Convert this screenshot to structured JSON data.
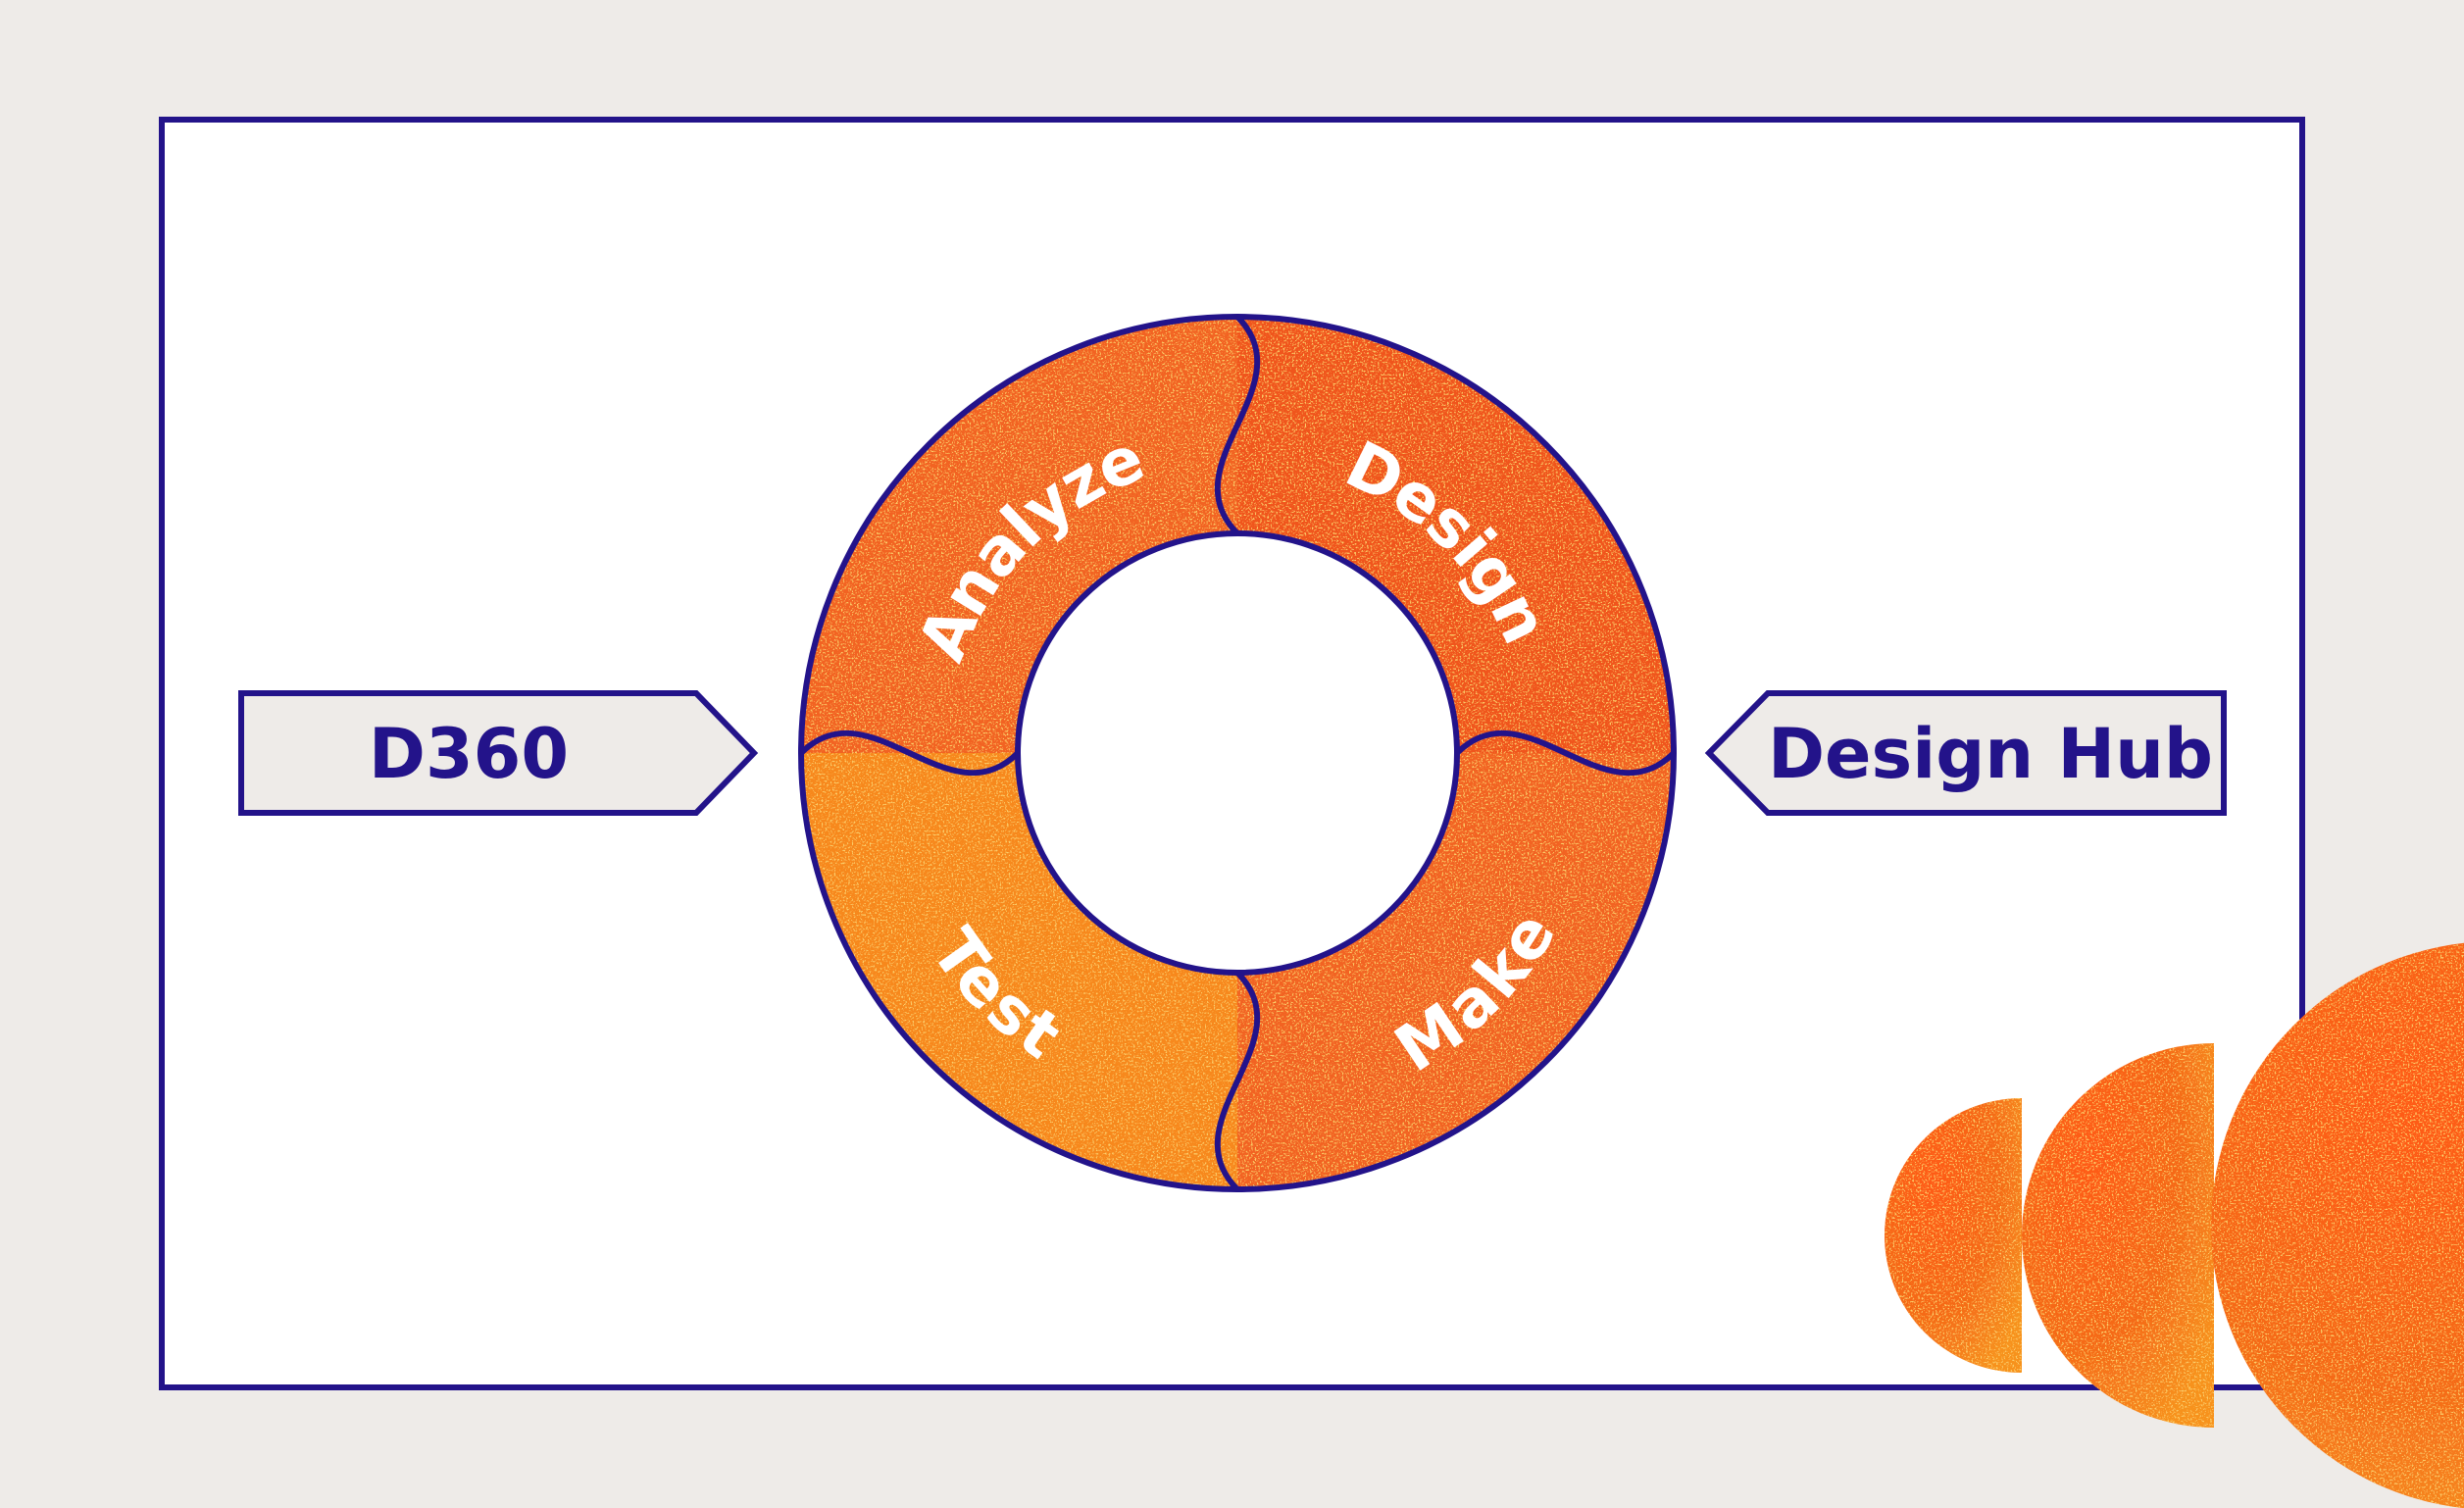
{
  "colors": {
    "navy": "#23138a",
    "orange_deep": "#f0541e",
    "orange_light": "#f7881f",
    "background": "#eeebe8",
    "panel": "#ffffff"
  },
  "cycle": {
    "stages": [
      "Analyze",
      "Design",
      "Make",
      "Test"
    ]
  },
  "inputs": {
    "left": "D360",
    "right": "Design Hub"
  }
}
